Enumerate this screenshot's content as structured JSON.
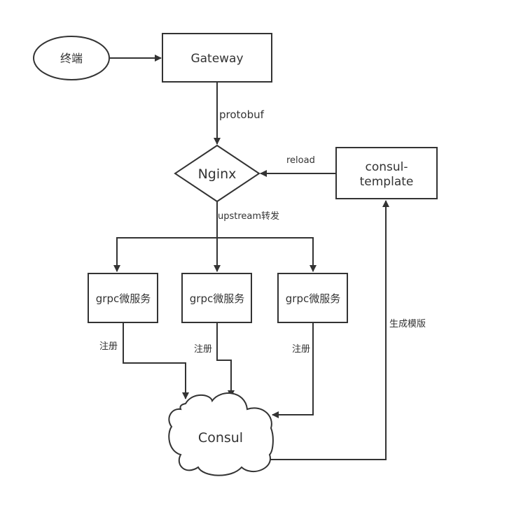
{
  "diagram": {
    "nodes": {
      "terminal": {
        "label": "终端",
        "shape": "ellipse"
      },
      "gateway": {
        "label": "Gateway",
        "shape": "rectangle"
      },
      "nginx": {
        "label": "Nginx",
        "shape": "diamond"
      },
      "consul_template": {
        "line1": "consul-",
        "line2": "template",
        "shape": "rectangle"
      },
      "grpc1": {
        "label": "grpc微服务",
        "shape": "rectangle"
      },
      "grpc2": {
        "label": "grpc微服务",
        "shape": "rectangle"
      },
      "grpc3": {
        "label": "grpc微服务",
        "shape": "rectangle"
      },
      "consul": {
        "label": "Consul",
        "shape": "cloud"
      }
    },
    "edges": {
      "terminal_gateway": {
        "label": ""
      },
      "gateway_nginx": {
        "label": "protobuf"
      },
      "consul_template_nginx": {
        "label": "reload"
      },
      "nginx_grpc": {
        "label": "upstream转发"
      },
      "grpc1_consul": {
        "label": "注册"
      },
      "grpc2_consul": {
        "label": "注册"
      },
      "grpc3_consul": {
        "label": "注册"
      },
      "consul_consul_template": {
        "label": "生成模版"
      }
    },
    "colors": {
      "stroke": "#333333",
      "fill": "#ffffff",
      "text": "#333333"
    }
  }
}
